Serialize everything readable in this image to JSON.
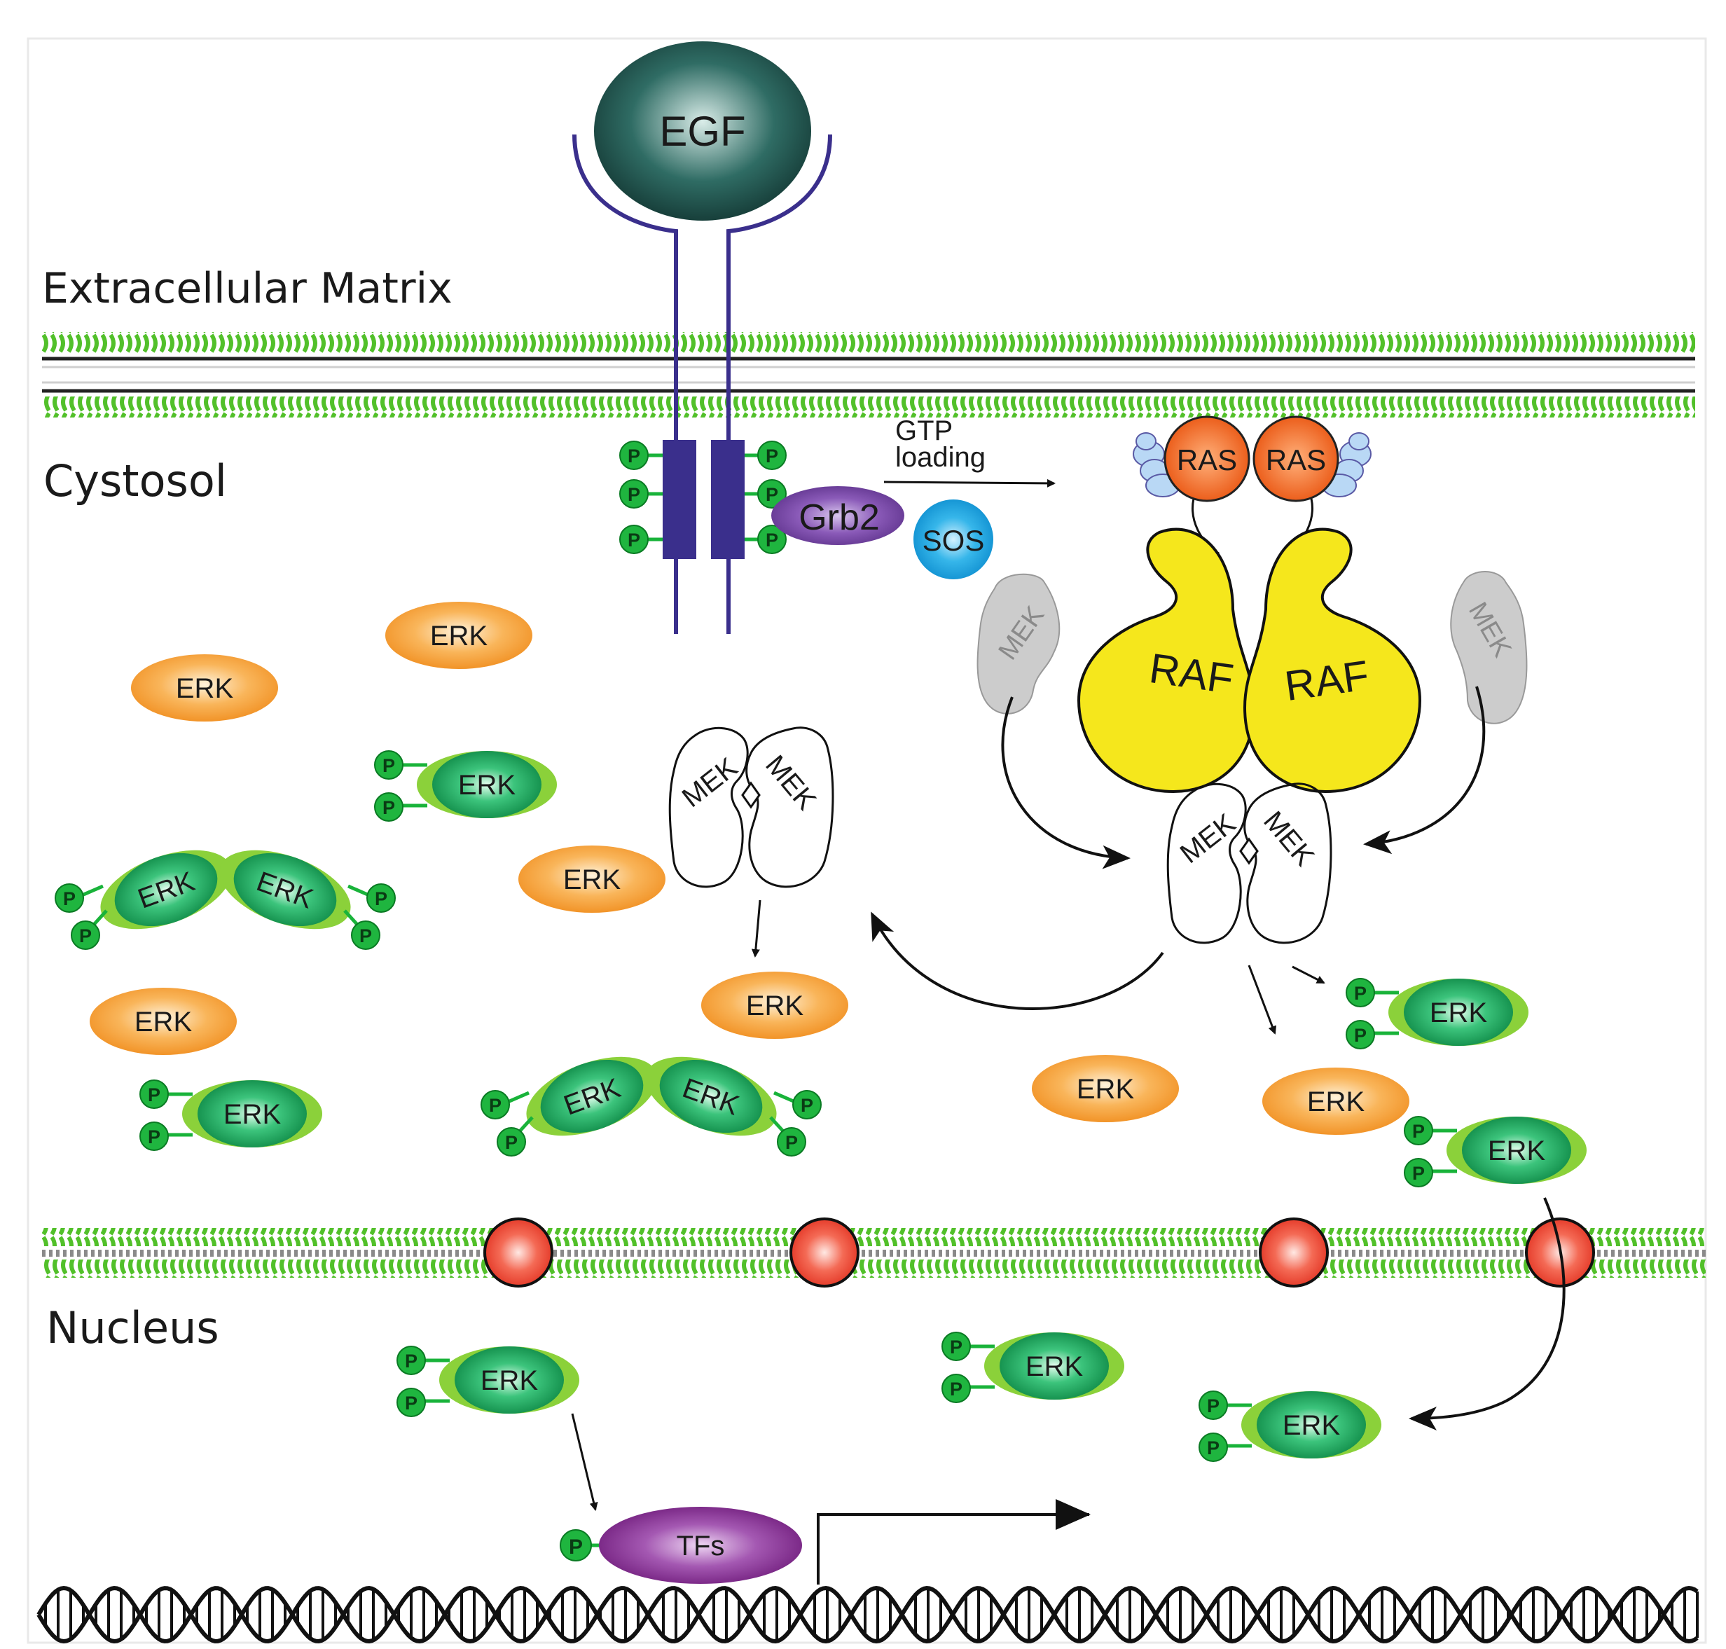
{
  "regions": {
    "extracellular": "Extracellular Matrix",
    "cytosol": "Cystosol",
    "nucleus": "Nucleus"
  },
  "molecules": {
    "egf": "EGF",
    "grb2": "Grb2",
    "sos": "SOS",
    "ras": "RAS",
    "raf": "RAF",
    "mek": "MEK",
    "erk": "ERK",
    "tfs": "TFs",
    "phospho": "P"
  },
  "annotations": {
    "gtp_loading_line1": "GTP",
    "gtp_loading_line2": "loading"
  },
  "colors": {
    "membrane_green": "#5cc52e",
    "receptor_purple": "#3a2f8c",
    "egf_dark": "#1e4a44",
    "grb2_purple": "#6a3a9a",
    "sos_blue": "#1aa6e0",
    "ras_orange": "#f06a1a",
    "raf_yellow": "#f4e81a",
    "mek_red": "#c22a2a",
    "mek_inactive_grey": "#c8c8c8",
    "erk_inactive_orange": "#f7a23a",
    "erk_active_green": "#1fa05a",
    "phospho_green": "#19b33a",
    "nuclear_pore_red": "#ef4a3a",
    "tf_purple": "#8a3a9a"
  }
}
